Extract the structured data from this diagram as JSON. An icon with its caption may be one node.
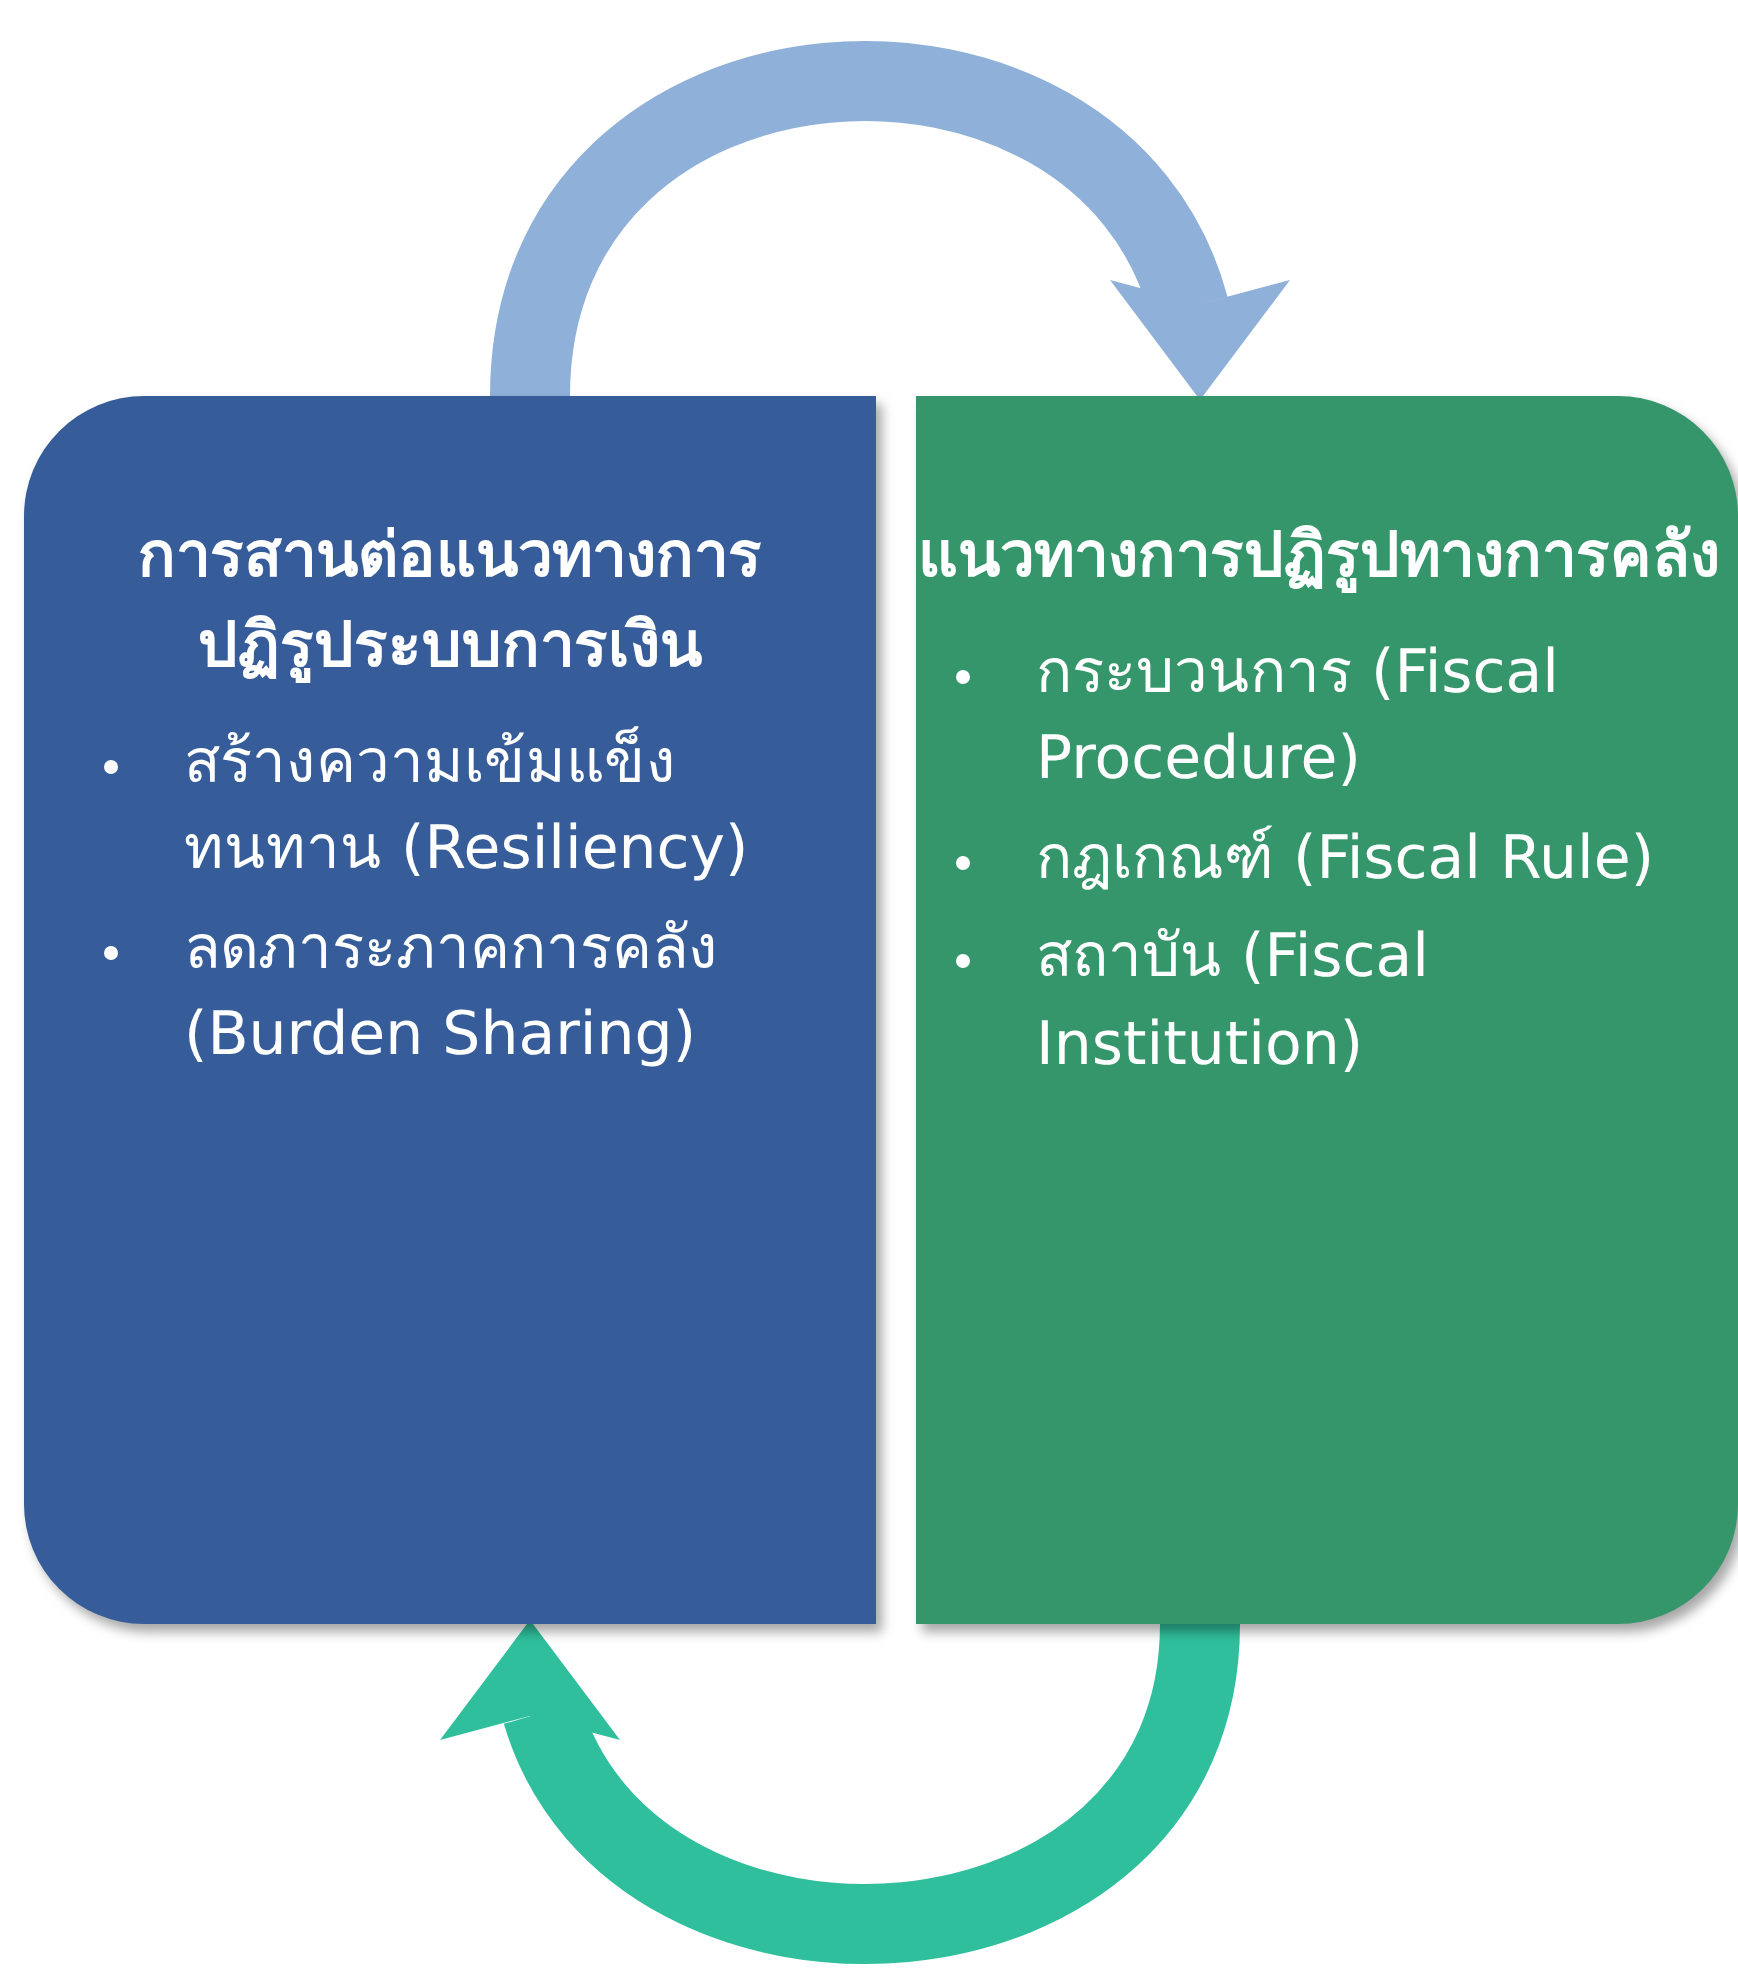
{
  "diagram": {
    "nodes": [
      {
        "text": [
          "การสานต่อแนวทางการปฏิรูประบบการเงิน",
          "สร้างความเข้มแข็งทนทาน (Resiliency)",
          "ลดภาระภาคการคลัง (Burden Sharing)"
        ]
      },
      {
        "text": [
          "แนวทางการปฏิรูปทางการคลัง",
          "กระบวนการ (Fiscal Procedure)",
          "กฎเกณฑ์ (Fiscal Rule)",
          "สถาบัน (Fiscal Institution)"
        ]
      }
    ],
    "edges": [
      {
        "from": 0,
        "to": 1,
        "arrow": "to",
        "color": "#8fb0d8"
      },
      {
        "from": 1,
        "to": 0,
        "arrow": "to",
        "color": "#2fbf9c"
      }
    ]
  }
}
